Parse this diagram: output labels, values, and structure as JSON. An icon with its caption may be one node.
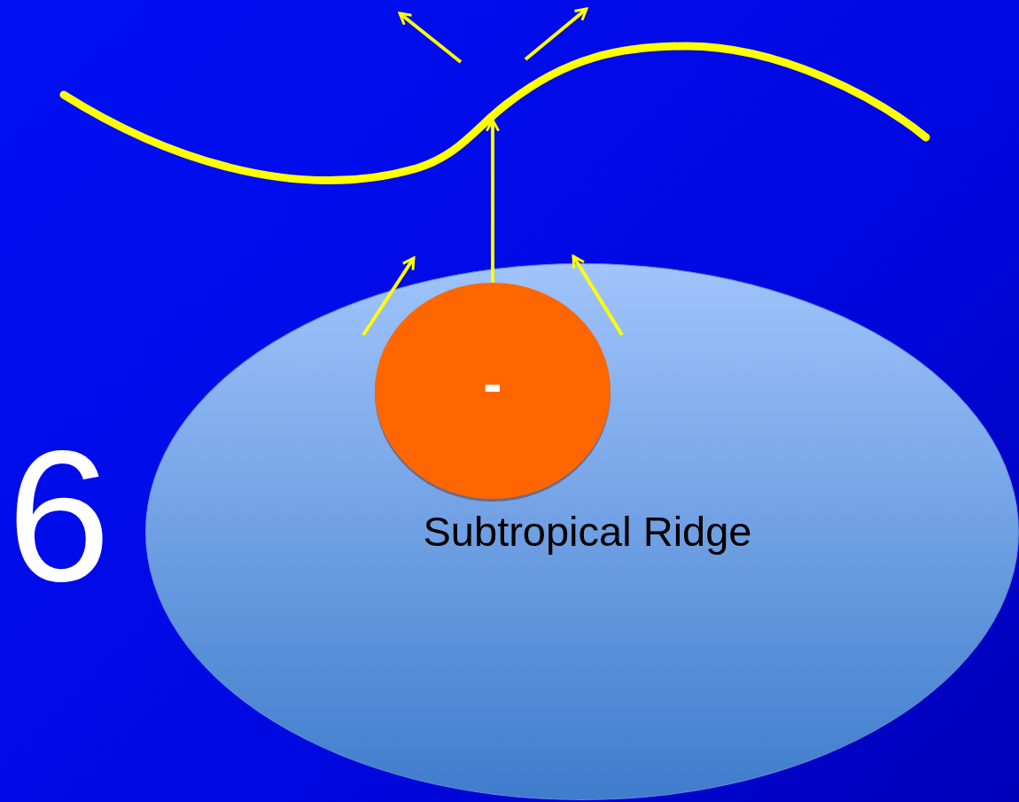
{
  "diagram": {
    "nodes": [
      {
        "text": [
          "Subtropical Ridge"
        ]
      },
      {
        "text": [
          "-"
        ],
        "in": 0
      },
      {
        "text": [],
        "shape": "line"
      }
    ],
    "edges": [
      {
        "from": 1,
        "to": 2,
        "arrow": "to"
      }
    ],
    "labels": [
      "6"
    ]
  }
}
